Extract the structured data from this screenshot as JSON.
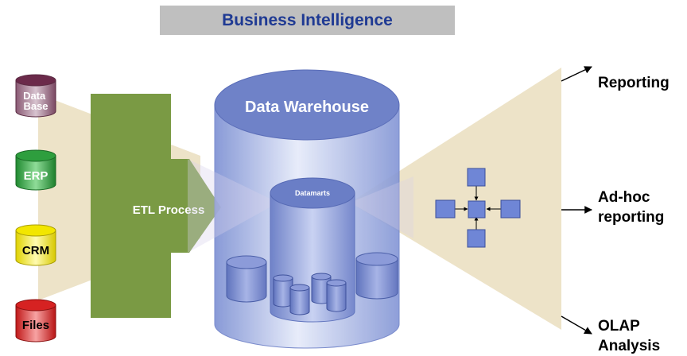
{
  "header": {
    "title": "Business Intelligence"
  },
  "sources": [
    {
      "label_lines": [
        "Data",
        "Base"
      ],
      "color": "#6b2a4a"
    },
    {
      "label_lines": [
        "ERP"
      ],
      "color": "#2e9e3e"
    },
    {
      "label_lines": [
        "CRM"
      ],
      "color": "#f2e600"
    },
    {
      "label_lines": [
        "Files"
      ],
      "color": "#d62222"
    }
  ],
  "etl": {
    "label": "ETL Process",
    "color": "#7a9a44"
  },
  "warehouse": {
    "label": "Data Warehouse",
    "datamarts_label": "Datamarts",
    "color": "#8fa0dc"
  },
  "outputs": [
    {
      "label_lines": [
        "Reporting"
      ]
    },
    {
      "label_lines": [
        "Ad-hoc",
        "reporting"
      ]
    },
    {
      "label_lines": [
        "OLAP",
        "Analysis"
      ]
    }
  ],
  "colors": {
    "funnel": "#ede3c8",
    "title_bar": "#bfbfbf",
    "title_text": "#1f3a93",
    "node": "#6f86d6"
  }
}
